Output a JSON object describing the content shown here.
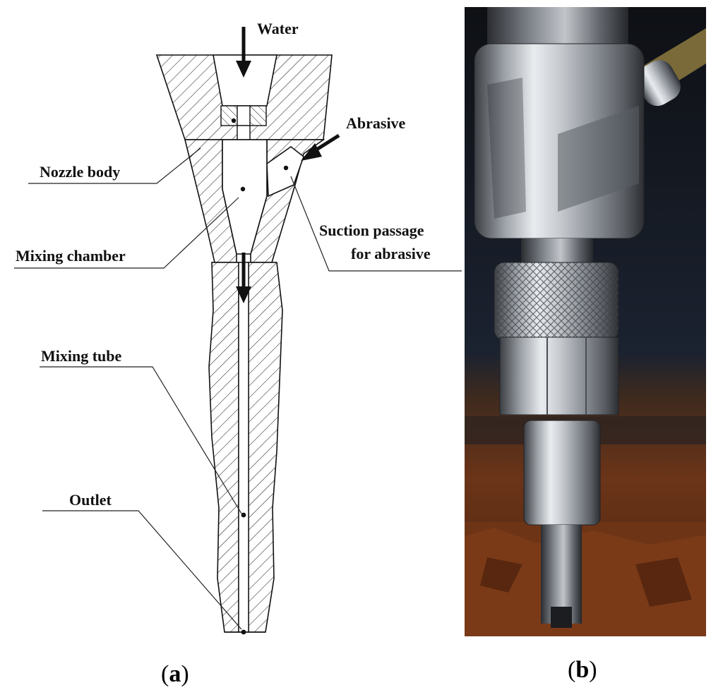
{
  "panel_a": {
    "labels": {
      "water": "Water",
      "abrasive": "Abrasive",
      "nozzle_body": "Nozzle body",
      "suction_line1": "Suction passage",
      "suction_line2": "for abrasive",
      "mixing_chamber": "Mixing chamber",
      "mixing_tube": "Mixing tube",
      "outlet": "Outlet"
    },
    "caption_letter": "a"
  },
  "panel_b": {
    "caption_letter": "b"
  },
  "colors": {
    "ink": "#111111",
    "metal": "#b9bcc0",
    "rust": "#8a3f1a"
  }
}
